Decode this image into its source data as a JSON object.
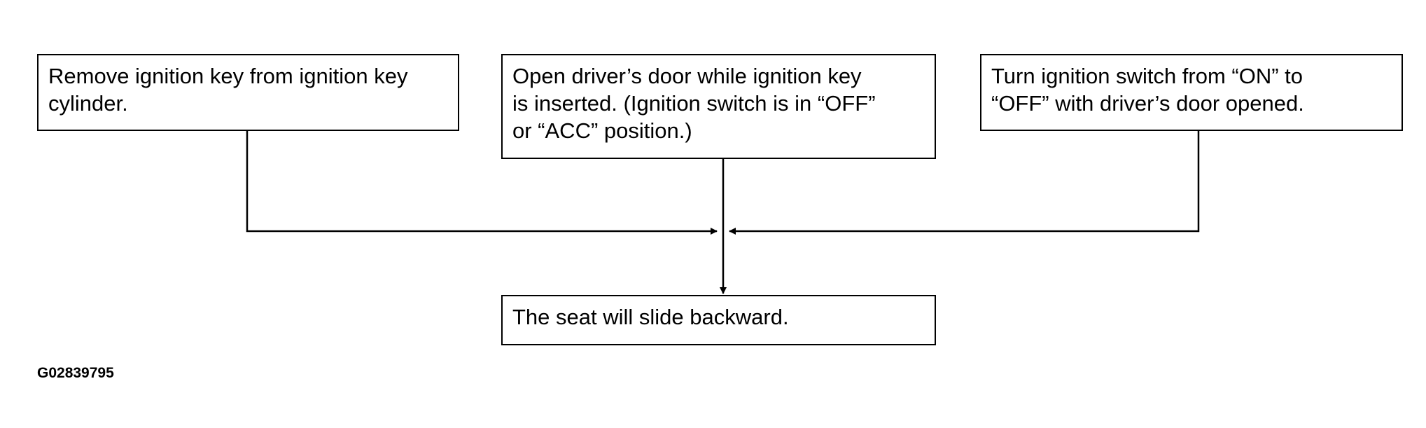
{
  "nodes": {
    "remove_key": "Remove ignition key from ignition key\ncylinder.",
    "open_door": "Open driver’s door while ignition key\nis inserted. (Ignition switch is in “OFF”\nor “ACC” position.)",
    "turn_switch": "Turn ignition switch from “ON” to\n“OFF” with driver’s door opened.",
    "result": "The seat will slide backward."
  },
  "figure_id": "G02839795",
  "colors": {
    "line": "#000000",
    "box_border": "#000000",
    "background": "#ffffff"
  }
}
